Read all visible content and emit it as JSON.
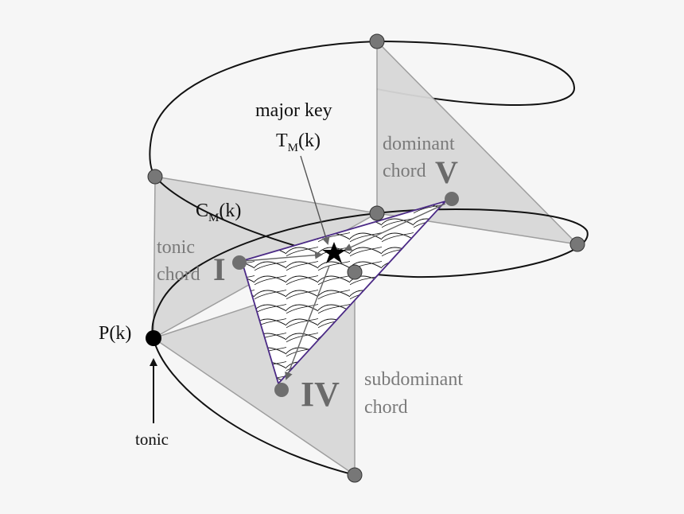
{
  "labels": {
    "major_key_line1": "major key",
    "major_key_T": "T",
    "major_key_sub": "M",
    "major_key_arg": "(k)",
    "dominant_line1": "dominant",
    "dominant_line2": "chord",
    "dominant_roman": "V",
    "chord_C": "C",
    "chord_sub": "M",
    "chord_arg": "(k)",
    "tonic_line1": "tonic",
    "tonic_line2": "chord",
    "tonic_roman": "I",
    "pitch": "P(k)",
    "tonic_pointer": "tonic",
    "subdominant_line1": "subdominant",
    "subdominant_line2": "chord",
    "subdominant_roman": "IV"
  },
  "colors": {
    "triangle_fill": "#d8d8d8",
    "triangle_stroke": "#9a9a9a",
    "pitch_node": "#777777",
    "tonic_node": "#000000",
    "hatched_outline": "#4b2a86",
    "gray_text": "#7a7a7a"
  }
}
